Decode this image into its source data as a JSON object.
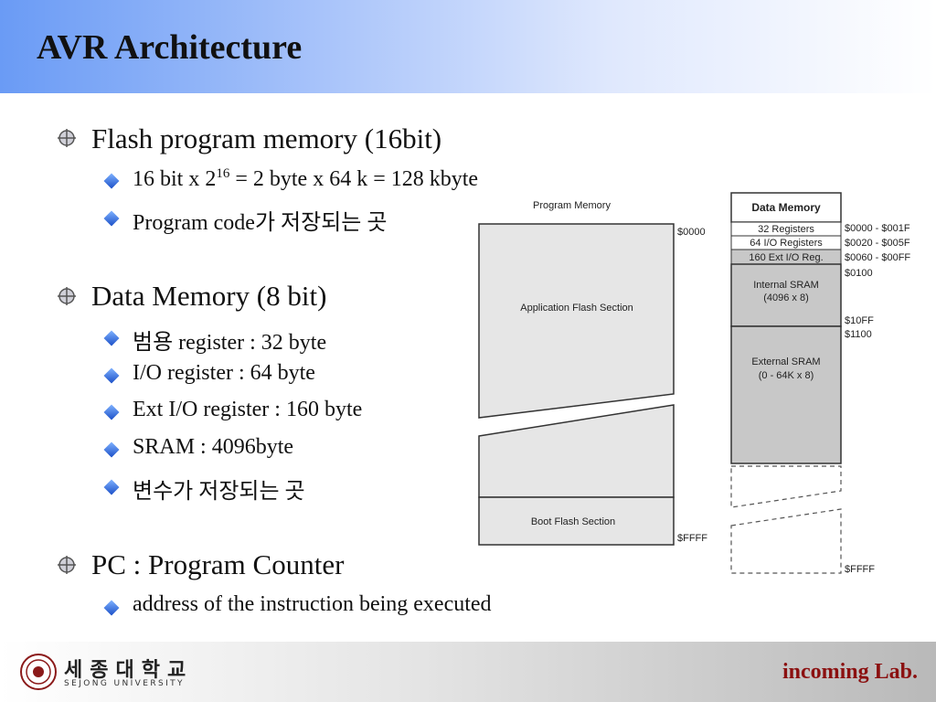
{
  "slide": {
    "title": "AVR Architecture"
  },
  "bullets": {
    "flash": {
      "heading": "Flash program memory (16bit)",
      "items": [
        {
          "pre": "16 bit x 2",
          "sup": "16",
          "post": " = 2 byte x 64 k = 128 kbyte"
        },
        {
          "text": "Program code가 저장되는 곳"
        }
      ]
    },
    "data": {
      "heading": "Data Memory (8 bit)",
      "items": [
        "범용 register : 32 byte",
        "I/O register : 64 byte",
        "Ext I/O register : 160 byte",
        "SRAM : 4096byte",
        "변수가 저장되는 곳"
      ]
    },
    "pc": {
      "heading": "PC : Program Counter",
      "items": [
        "address of the instruction being executed"
      ]
    }
  },
  "program_memory": {
    "title": "Program Memory",
    "sections": [
      "Application Flash Section",
      "Boot Flash Section"
    ],
    "addresses": [
      "$0000",
      "$FFFF"
    ]
  },
  "data_memory": {
    "title": "Data Memory",
    "regions": [
      "32 Registers",
      "64 I/O Registers",
      "160 Ext I/O Reg.",
      "Internal SRAM",
      "(4096 x 8)",
      "External SRAM",
      "(0 - 64K x 8)"
    ],
    "addresses": [
      "$0000 - $001F",
      "$0020 - $005F",
      "$0060 - $00FF",
      "$0100",
      "$10FF",
      "$1100",
      "$FFFF"
    ]
  },
  "footer": {
    "university_ko": "세종대학교",
    "university_en": "SEJONG UNIVERSITY",
    "lab": "incoming Lab."
  },
  "icons": {
    "level1": "crosshair-globe-icon",
    "level2": "blue-diamond-icon",
    "logo": "university-seal-icon"
  },
  "colors": {
    "header_accent": "#6a9bf5",
    "lab_text": "#8b1010",
    "memory_fill": "#c8c8c8"
  }
}
